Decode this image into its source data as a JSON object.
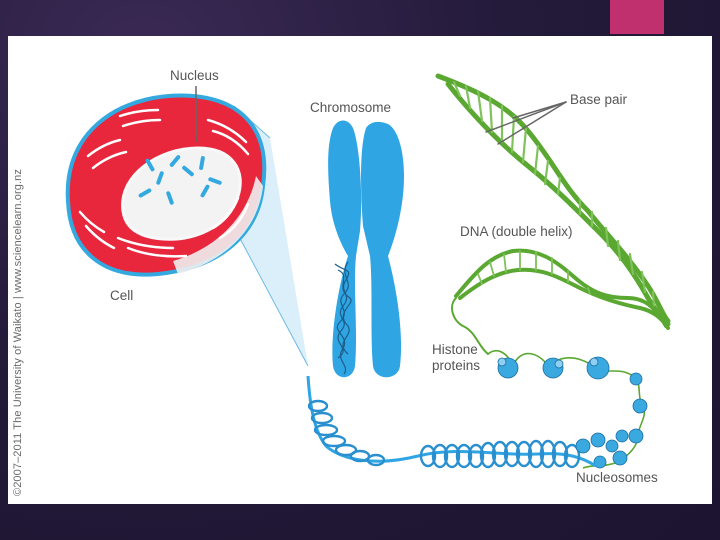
{
  "credit": "©2007–2011 The University of Waikato | www.sciencelearn.org.nz",
  "labels": {
    "nucleus": "Nucleus",
    "chromosome": "Chromosome",
    "base_pair": "Base pair",
    "cell": "Cell",
    "dna": "DNA (double helix)",
    "histone_line1": "Histone",
    "histone_line2": "proteins",
    "nucleosomes": "Nucleosomes"
  },
  "colors": {
    "background": "#241a3a",
    "accent": "#c0306e",
    "cell_red": "#e8263c",
    "cell_blue": "#33a9e0",
    "chromosome_blue": "#2fa6e3",
    "dna_green": "#5aa832",
    "nucleosome_blue": "#3aa9e0"
  }
}
